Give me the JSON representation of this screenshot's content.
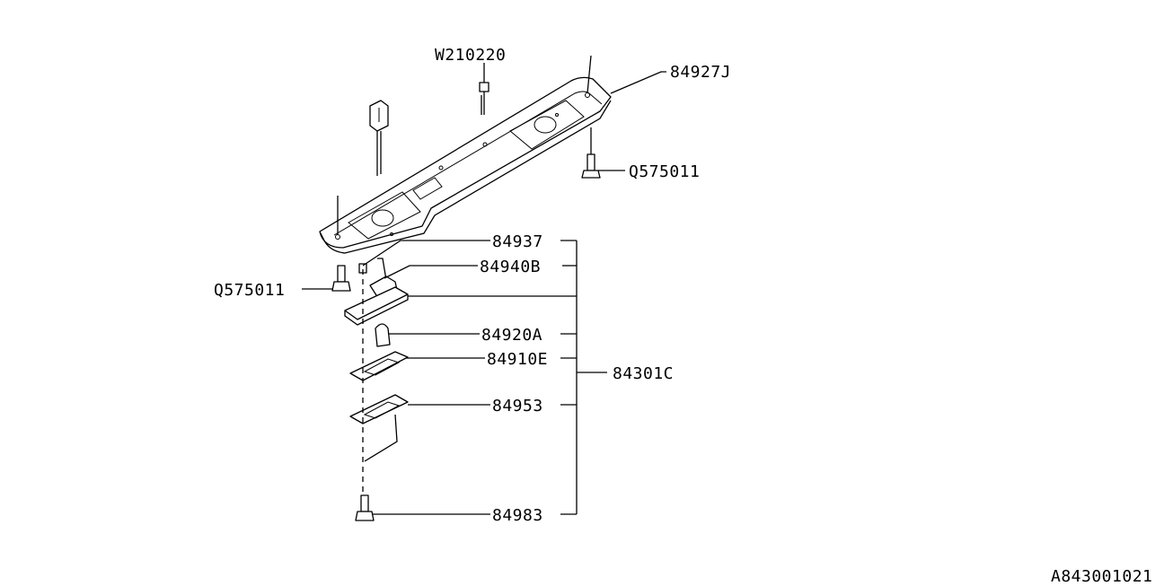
{
  "diagram": {
    "part_numbers": {
      "w210220": "W210220",
      "p84927j": "84927J",
      "q575011_right": "Q575011",
      "q575011_left": "Q575011",
      "p84937": "84937",
      "p84940b": "84940B",
      "p84920a": "84920A",
      "p84910e": "84910E",
      "p84301c": "84301C",
      "p84953": "84953",
      "p84983": "84983"
    },
    "drawing_id": "A843001021"
  }
}
